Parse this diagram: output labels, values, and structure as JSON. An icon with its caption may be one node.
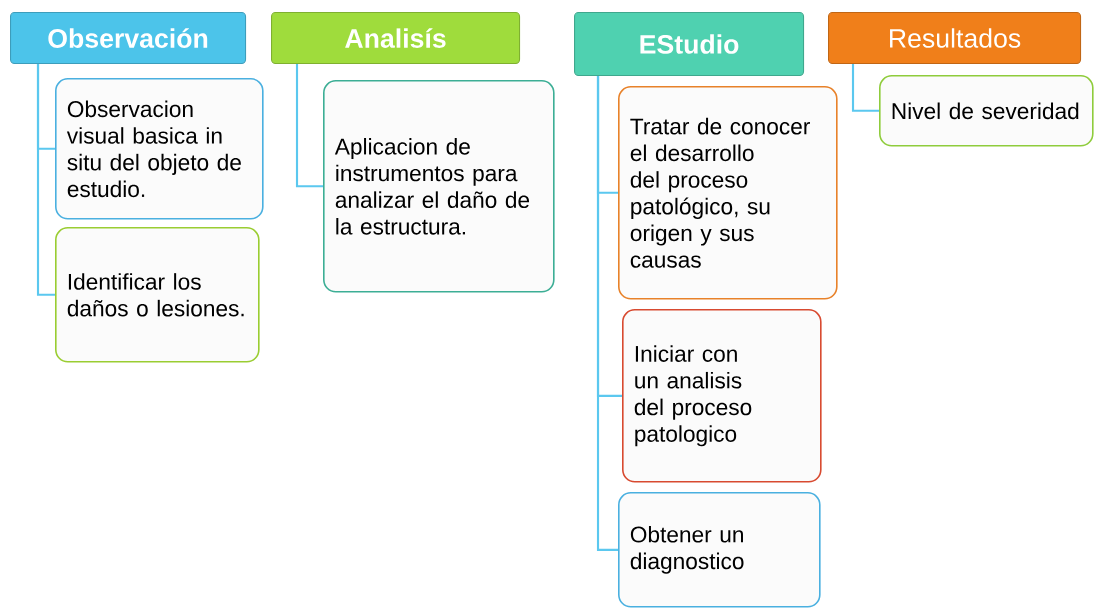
{
  "diagram": {
    "nodes": [
      {
        "text": [
          "Observación"
        ]
      },
      {
        "text": [
          "Observacion visual basica in situ del objeto de estudio."
        ]
      },
      {
        "text": [
          "Identificar los daños o lesiones."
        ]
      },
      {
        "text": [
          "Analisís"
        ]
      },
      {
        "text": [
          "Aplicacion de instrumentos para analizar el daño de la estructura."
        ]
      },
      {
        "text": [
          "EStudio"
        ]
      },
      {
        "text": [
          "Tratar de conocer el desarrollo del proceso patológico, su origen y sus causas"
        ]
      },
      {
        "text": [
          "Iniciar con un analisis del proceso patologico"
        ]
      },
      {
        "text": [
          "Obtener un diagnostico"
        ]
      },
      {
        "text": [
          "Resultados"
        ]
      },
      {
        "text": [
          "Nivel de severidad"
        ]
      }
    ],
    "edges": [
      {
        "from": 0,
        "to": 1,
        "arrow": "none"
      },
      {
        "from": 0,
        "to": 2,
        "arrow": "none"
      },
      {
        "from": 3,
        "to": 4,
        "arrow": "none"
      },
      {
        "from": 5,
        "to": 6,
        "arrow": "none"
      },
      {
        "from": 5,
        "to": 7,
        "arrow": "none"
      },
      {
        "from": 5,
        "to": 8,
        "arrow": "none"
      },
      {
        "from": 9,
        "to": 10,
        "arrow": "none"
      }
    ]
  }
}
